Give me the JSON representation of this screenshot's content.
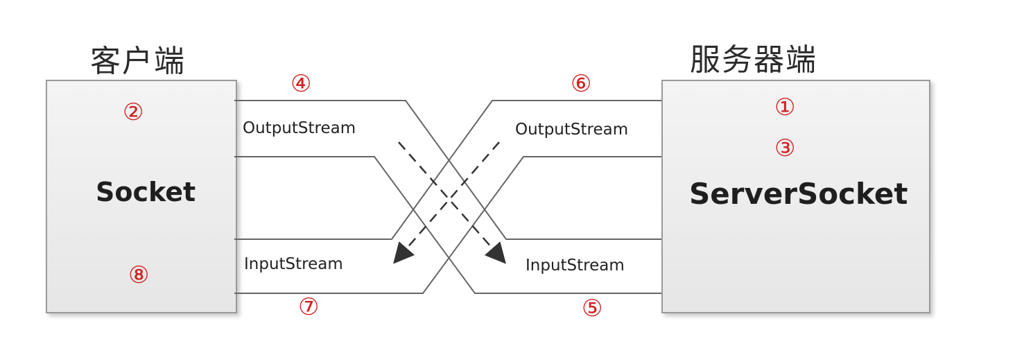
{
  "client": {
    "title": "客户端",
    "box_label": "Socket",
    "output_label": "OutputStream",
    "input_label": "InputStream"
  },
  "server": {
    "title": "服务器端",
    "box_label": "ServerSocket",
    "output_label": "OutputStream",
    "input_label": "InputStream"
  },
  "steps": {
    "s1": "①",
    "s2": "②",
    "s3": "③",
    "s4": "④",
    "s5": "⑤",
    "s6": "⑥",
    "s7": "⑦",
    "s8": "⑧"
  },
  "colors": {
    "step_marker": "#d42020",
    "pipe_line": "#666666",
    "arrow": "#333333"
  }
}
